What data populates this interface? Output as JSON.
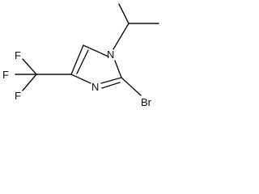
{
  "molecule": {
    "atoms": {
      "n1": "N",
      "n3": "N",
      "br": "Br",
      "f1": "F",
      "f2": "F",
      "f3": "F"
    }
  },
  "colors": {
    "bond": "#111111",
    "text": "#111111",
    "background": "#ffffff"
  }
}
